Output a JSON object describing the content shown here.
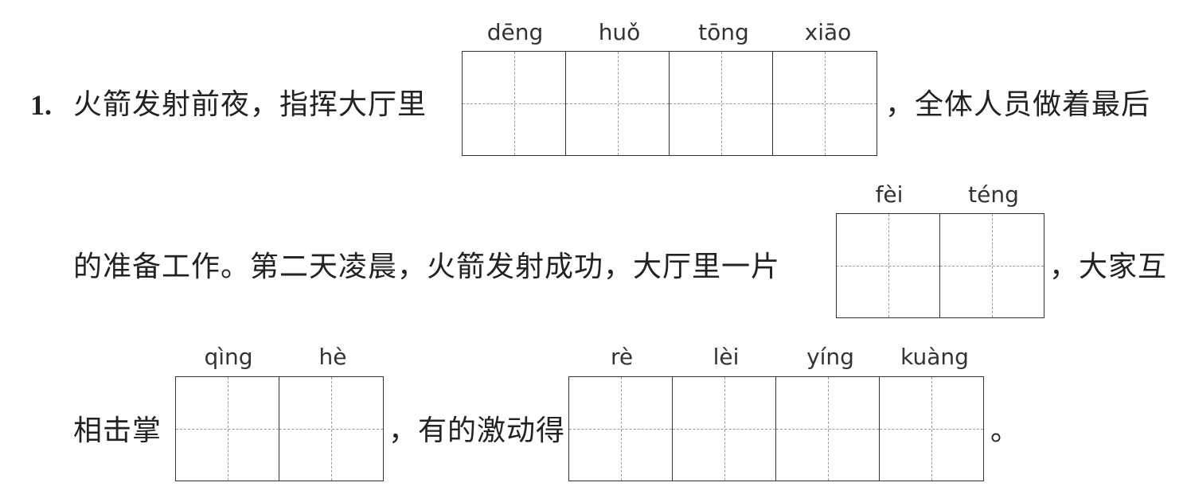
{
  "question": {
    "number": "1.",
    "line1_before": "火箭发射前夜，指挥大厅里",
    "line1_after": "，全体人员做着最后",
    "line2_before": "的准备工作。第二天凌晨，火箭发射成功，大厅里一片",
    "line2_after": "，大家互",
    "line3_before": "相击掌",
    "line3_mid": "，有的激动得",
    "line3_end": "。"
  },
  "blanks": {
    "blank1": {
      "pinyin": [
        "dēng",
        "huǒ",
        "tōng",
        "xiāo"
      ]
    },
    "blank2": {
      "pinyin": [
        "fèi",
        "téng"
      ]
    },
    "blank3": {
      "pinyin": [
        "qìng",
        "hè"
      ]
    },
    "blank4": {
      "pinyin": [
        "rè",
        "lèi",
        "yíng",
        "kuàng"
      ]
    }
  }
}
